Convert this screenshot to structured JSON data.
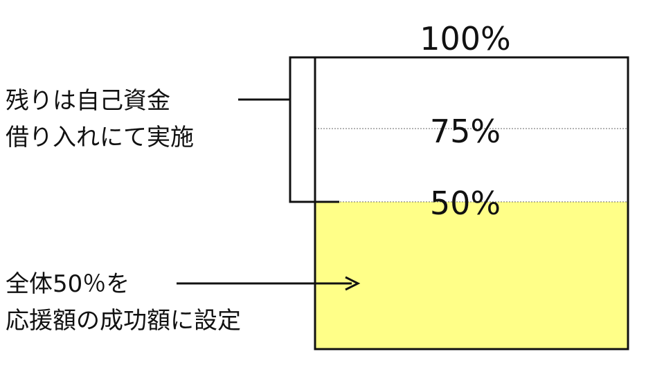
{
  "levels": {
    "top": {
      "value": 100,
      "label": "100%"
    },
    "mid": {
      "value": 75,
      "label": "75%"
    },
    "half": {
      "value": 50,
      "label": "50%"
    }
  },
  "fill": {
    "value": 50,
    "color": "#ffff88"
  },
  "annotations": {
    "upper": {
      "line1": "残りは自己資金",
      "line2": "借り入れにて実施"
    },
    "lower": {
      "line1": "全体50％を",
      "line2": "応援額の成功額に設定"
    }
  },
  "colors": {
    "stroke": "#111111",
    "dotted": "#666666"
  }
}
